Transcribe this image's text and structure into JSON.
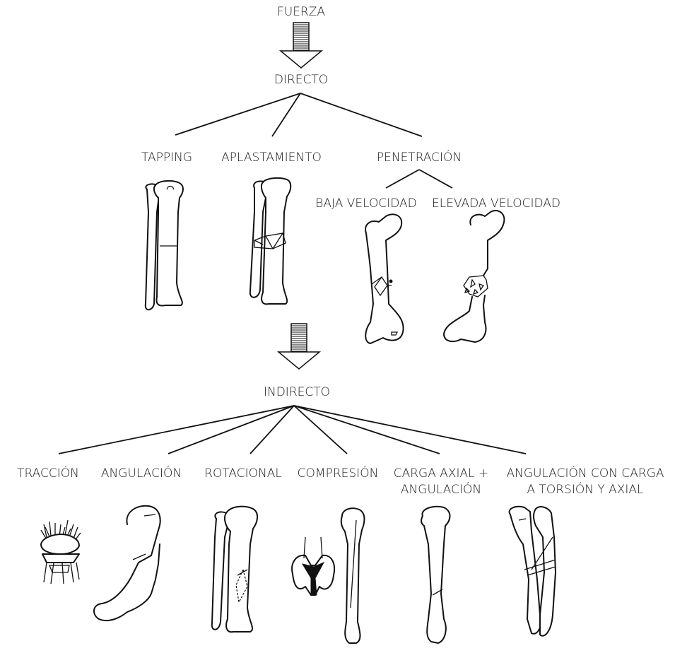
{
  "nodes": {
    "fuerza": "FUERZA",
    "directo": "DIRECTO",
    "tapping": "TAPPING",
    "aplastamiento": "APLASTAMIENTO",
    "penetracion": "PENETRACIÓN",
    "baja_velocidad": "BAJA VELOCIDAD",
    "elevada_velocidad": "ELEVADA VELOCIDAD",
    "indirecto": "INDIRECTO",
    "traccion": "TRACCIÓN",
    "angulacion": "ANGULACIÓN",
    "rotacional": "ROTACIONAL",
    "compresion": "COMPRESIÓN",
    "carga_axial_line1": "CARGA AXIAL +",
    "carga_axial_line2": "ANGULACIÓN",
    "angulacion_carga_line1": "ANGULACIÓN CON CARGA",
    "angulacion_carga_line2": "A TORSIÓN Y AXIAL"
  }
}
